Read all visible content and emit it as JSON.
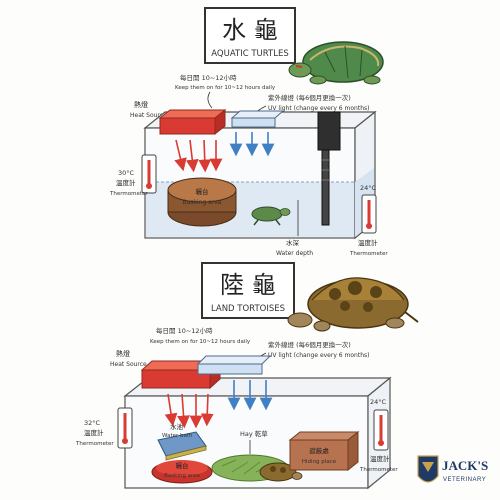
{
  "aquatic": {
    "title_cn": "水 龜",
    "title_en": "AQUATIC TURTLES",
    "keep_on_cn": "每日開 10~12小時",
    "keep_on_en": "Keep them on for 10~12 hours daily",
    "uv_cn": "紫外線燈 (每6個月更換一次)",
    "uv_en": "UV light (change every 6 months)",
    "heat_cn": "熱燈",
    "heat_en": "Heat Source",
    "temp_left": "30°C",
    "thermo_left_cn": "溫度計",
    "thermo_left_en": "Thermometer",
    "basking_cn": "曬台",
    "basking_en": "Basking area",
    "water_cn": "水深",
    "water_en": "Water depth",
    "temp_right": "24°C",
    "thermo_right_cn": "溫度計",
    "thermo_right_en": "Thermometer"
  },
  "land": {
    "title_cn": "陸 龜",
    "title_en": "LAND TORTOISES",
    "keep_on_cn": "每日開 10~12小時",
    "keep_on_en": "Keep them on for 10~12 hours daily",
    "uv_cn": "紫外線燈 (每6個月更換一次)",
    "uv_en": "UV light (change every 6 months)",
    "heat_cn": "熱燈",
    "heat_en": "Heat Source",
    "temp_left": "32°C",
    "thermo_left_cn": "溫度計",
    "thermo_left_en": "Thermometer",
    "waterbath_cn": "水池",
    "waterbath_en": "Water bath",
    "hay_label": "Hay 乾草",
    "hiding_cn": "遮蔽處",
    "hiding_en": "Hiding place",
    "basking_cn": "曬台",
    "basking_en": "Basking area",
    "temp_right": "24°C",
    "thermo_right_cn": "溫度計",
    "thermo_right_en": "Thermometer"
  },
  "brand": {
    "name": "JACK'S",
    "subtitle": "VETERINARY"
  },
  "colors": {
    "heat_red": "#d93a32",
    "uv_blue": "#3f7fc4",
    "water": "#dfe9f4",
    "brand_navy": "#1f3a66",
    "brand_gold": "#c9a14a"
  }
}
